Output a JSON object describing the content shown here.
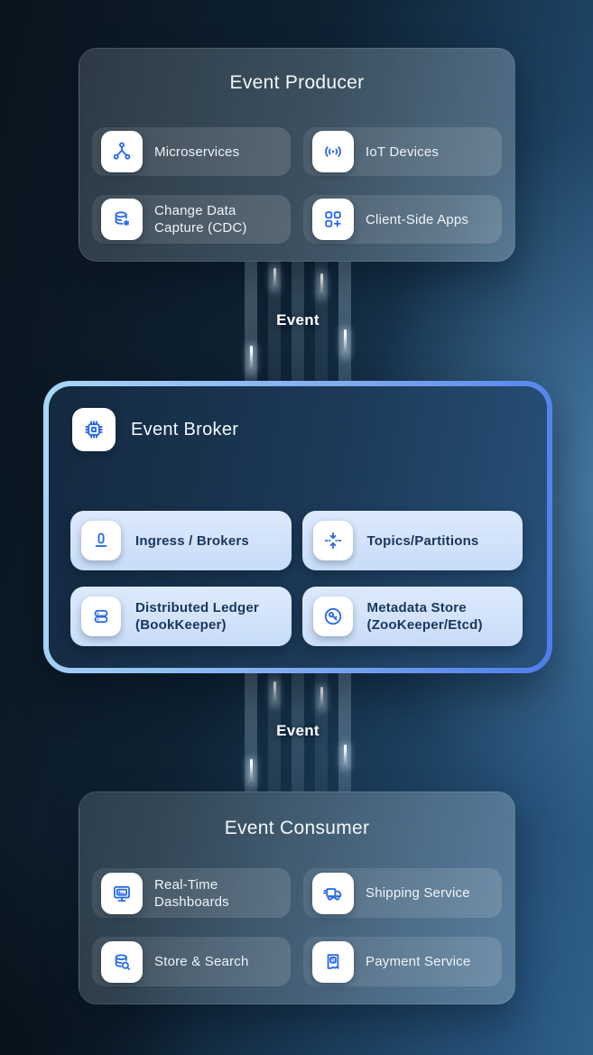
{
  "palette": {
    "accent_blue": "#2b6be6",
    "background_dark": "#0a141d",
    "background_light": "#2f6189",
    "broker_border_start": "#aad7f7",
    "broker_border_end": "#4c7ce9",
    "broker_panel_bg": "#1c3a58",
    "broker_item_bg": "#cfe1f9",
    "broker_item_text": "#18375d",
    "card_glass_text": "#eef4f8"
  },
  "producer": {
    "title": "Event Producer",
    "items": [
      {
        "label": "Microservices",
        "icon": "network-share-icon"
      },
      {
        "label": "IoT Devices",
        "icon": "signal-broadcast-icon"
      },
      {
        "label": "Change Data Capture (CDC)",
        "icon": "database-gear-icon"
      },
      {
        "label": "Client-Side Apps",
        "icon": "app-grid-plus-icon"
      }
    ]
  },
  "connectors": {
    "top": {
      "label": "Event"
    },
    "bottom": {
      "label": "Event"
    }
  },
  "broker": {
    "title": "Event Broker",
    "icon": "cpu-chip-icon",
    "items": [
      {
        "label": "Ingress / Brokers",
        "icon": "log-zero-icon"
      },
      {
        "label": "Topics/Partitions",
        "icon": "merge-arrows-icon"
      },
      {
        "label": "Distributed Ledger (BookKeeper)",
        "icon": "stacked-ledger-icon"
      },
      {
        "label": "Metadata Store (ZooKeeper/Etcd)",
        "icon": "key-circle-icon"
      }
    ]
  },
  "consumer": {
    "title": "Event Consumer",
    "items": [
      {
        "label": "Real-Time Dashboards",
        "icon": "monitor-chart-icon"
      },
      {
        "label": "Shipping Service",
        "icon": "delivery-truck-icon"
      },
      {
        "label": "Store & Search",
        "icon": "database-search-icon"
      },
      {
        "label": "Payment Service",
        "icon": "receipt-dollar-icon"
      }
    ]
  }
}
